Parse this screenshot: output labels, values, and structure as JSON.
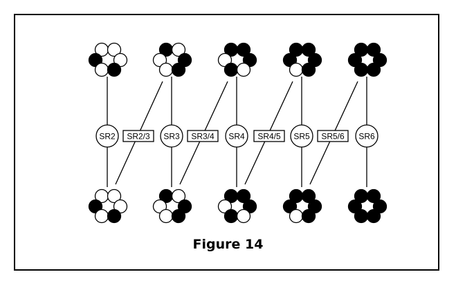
{
  "figure": {
    "caption": "Figure 14",
    "colors": {
      "filled": "#000000",
      "empty": "#ffffff",
      "stroke": "#000000"
    }
  },
  "nodes": [
    {
      "label": "SR2",
      "kind": "circle",
      "top": [
        0,
        0,
        1,
        0,
        0,
        1
      ],
      "bottom": [
        0,
        0,
        1,
        0,
        0,
        1
      ]
    },
    {
      "label": "SR2/3",
      "kind": "box"
    },
    {
      "label": "SR3",
      "kind": "circle",
      "top": [
        1,
        0,
        0,
        1,
        0,
        1
      ],
      "bottom": [
        1,
        0,
        0,
        1,
        0,
        1
      ]
    },
    {
      "label": "SR3/4",
      "kind": "box"
    },
    {
      "label": "SR4",
      "kind": "circle",
      "top": [
        1,
        1,
        0,
        1,
        1,
        0
      ],
      "bottom": [
        1,
        1,
        0,
        1,
        1,
        0
      ]
    },
    {
      "label": "SR4/5",
      "kind": "box"
    },
    {
      "label": "SR5",
      "kind": "circle",
      "top": [
        1,
        1,
        1,
        1,
        0,
        1
      ],
      "bottom": [
        1,
        1,
        1,
        1,
        0,
        1
      ]
    },
    {
      "label": "SR5/6",
      "kind": "box"
    },
    {
      "label": "SR6",
      "kind": "circle",
      "top": [
        1,
        1,
        1,
        1,
        1,
        1
      ],
      "bottom": [
        1,
        1,
        1,
        1,
        1,
        1
      ]
    }
  ]
}
